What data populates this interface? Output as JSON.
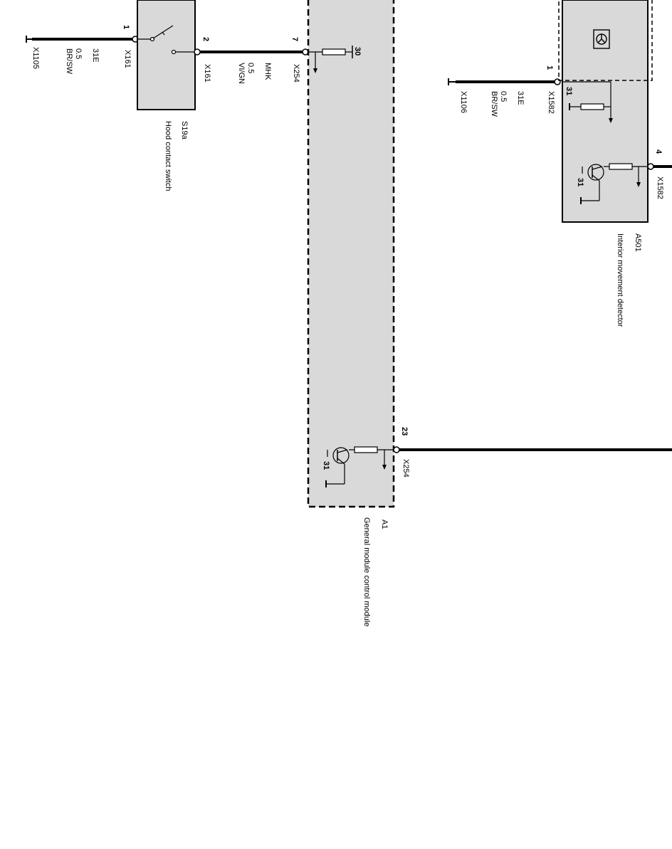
{
  "hood_switch": {
    "id": "S19a",
    "name": "Hood contact switch",
    "connector": "X161",
    "pin_in": "1",
    "pin_out": "2"
  },
  "ground_left": {
    "connector": "X1105",
    "terminal": "31E",
    "gauge": "0.5",
    "color": "BR/SW"
  },
  "wire_mhk": {
    "signal": "MHK",
    "gauge": "0.5",
    "color": "VI/GN"
  },
  "gm": {
    "id": "A1",
    "name": "General module control module",
    "connector": "X254",
    "pin_top": "7",
    "pin_bottom": "23",
    "term_30": "30",
    "term_31": "31"
  },
  "imd": {
    "id": "A501",
    "name": "Interior movement detector",
    "connector": "X1582",
    "pin_top": "1",
    "pin_right": "4",
    "term_31a": "31",
    "term_31b": "31"
  },
  "ground_right": {
    "connector": "X1106",
    "terminal": "31E",
    "gauge": "0.5",
    "color": "BR/SW"
  }
}
